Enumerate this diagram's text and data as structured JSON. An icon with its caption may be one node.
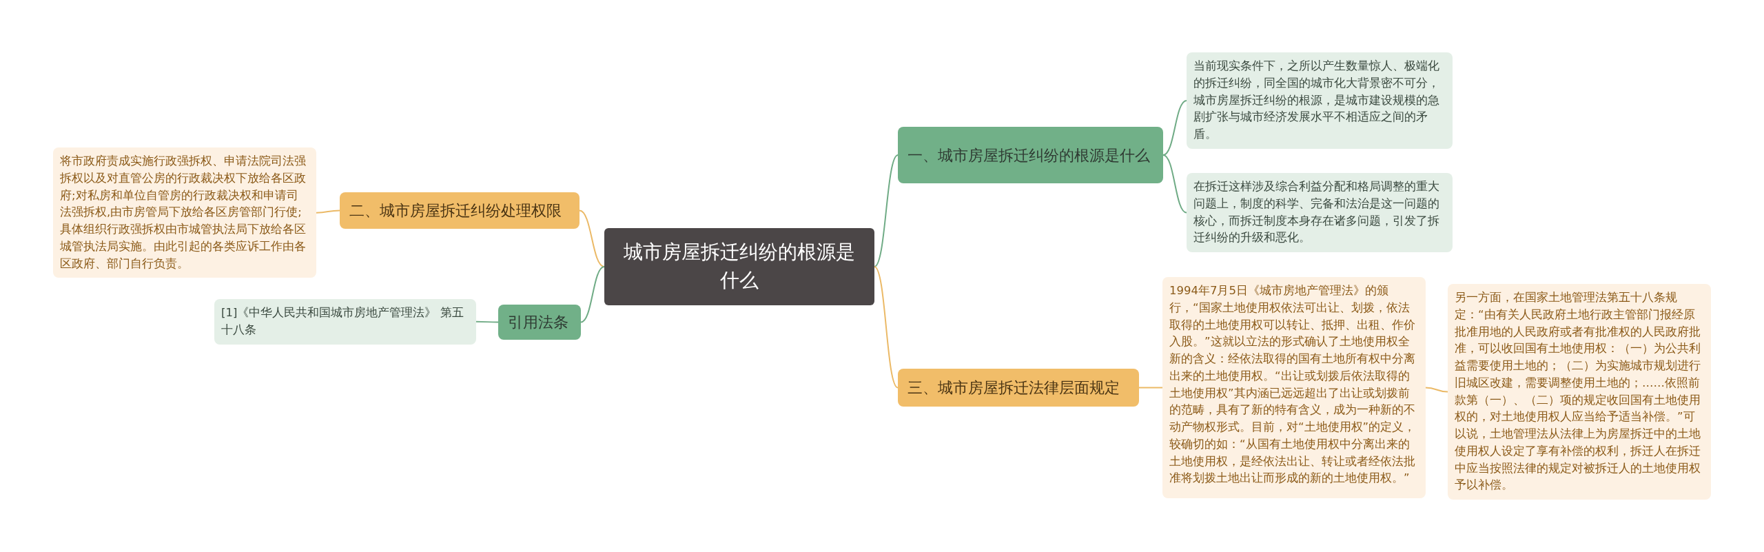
{
  "diagram": {
    "nodes": [
      {
        "text": [
          "城市房屋拆迁纠纷的根源是什么"
        ]
      },
      {
        "text": [
          "一、城市房屋拆迁纠纷的根源是什么"
        ]
      },
      {
        "text": [
          "当前现实条件下，之所以产生数量惊人、极端化的拆迁纠纷，同全国的城市化大背景密不可分，城市房屋拆迁纠纷的根源，是城市建设规模的急剧扩张与城市经济发展水平不相适应之间的矛盾。"
        ]
      },
      {
        "text": [
          "在拆迁这样涉及综合利益分配和格局调整的重大问题上，制度的科学、完备和法治是这一问题的核心，而拆迁制度本身存在诸多问题，引发了拆迁纠纷的升级和恶化。"
        ]
      },
      {
        "text": [
          "三、城市房屋拆迁法律层面规定"
        ]
      },
      {
        "text": [
          "1994年7月5日《城市房地产管理法》的颁行，“国家土地使用权依法可出让、划拨，依法取得的土地使用权可以转让、抵押、出租、作价入股。”这就以立法的形式确认了土地使用权全新的含义：经依法取得的国有土地所有权中分离出来的土地使用权。“出让或划拨后依法取得的土地使用权”其内涵已远远超出了出让或划拨前的范畴，具有了新的特有含义，成为一种新的不动产物权形式。目前，对“土地使用权”的定义，较确切的如：“从国有土地使用权中分离出来的土地使用权，是经依法出让、转让或者经依法批准将划拨土地出让而形成的新的土地使用权。”"
        ]
      },
      {
        "text": [
          "另一方面，在国家土地管理法第五十八条规定：“由有关人民政府土地行政主管部门报经原批准用地的人民政府或者有批准权的人民政府批准，可以收回国有土地使用权：（一）为公共利益需要使用土地的；（二）为实施城市规划进行旧城区改建，需要调整使用土地的；……依照前款第（一）、（二）项的规定收回国有土地使用权的，对土地使用权人应当给予适当补偿。”可以说，土地管理法从法律上为房屋拆迁中的土地使用权人设定了享有补偿的权利，拆迁人在拆迁中应当按照法律的规定对被拆迁人的土地使用权予以补偿。"
        ]
      },
      {
        "text": [
          "二、城市房屋拆迁纠纷处理权限"
        ]
      },
      {
        "text": [
          "将市政府责成实施行政强拆权、申请法院司法强拆权以及对直管公房的行政裁决权下放给各区政府;对私房和单位自管房的行政裁决权和申请司法强拆权,由市房管局下放给各区房管部门行使;具体组织行政强拆权由市城管执法局下放给各区城管执法局实施。由此引起的各类应诉工作由各区政府、部门自行负责。"
        ]
      },
      {
        "text": [
          "引用法条"
        ]
      },
      {
        "text": [
          "[1]《中华人民共和国城市房地产管理法》 第五十八条"
        ]
      }
    ],
    "edges": [
      {
        "from": 0,
        "to": 1,
        "arrow": "none"
      },
      {
        "from": 1,
        "to": 2,
        "arrow": "none"
      },
      {
        "from": 1,
        "to": 3,
        "arrow": "none"
      },
      {
        "from": 0,
        "to": 4,
        "arrow": "none",
        "color": "#ebb966"
      },
      {
        "from": 4,
        "to": 5,
        "arrow": "none",
        "color": "#ebb966"
      },
      {
        "from": 5,
        "to": 6,
        "arrow": "none",
        "color": "#ebb966"
      },
      {
        "from": 0,
        "to": 7,
        "arrow": "none",
        "color": "#ebb966"
      },
      {
        "from": 7,
        "to": 8,
        "arrow": "none",
        "color": "#ebb966"
      },
      {
        "from": 0,
        "to": 9,
        "arrow": "none"
      },
      {
        "from": 9,
        "to": 10,
        "arrow": "none"
      }
    ]
  }
}
